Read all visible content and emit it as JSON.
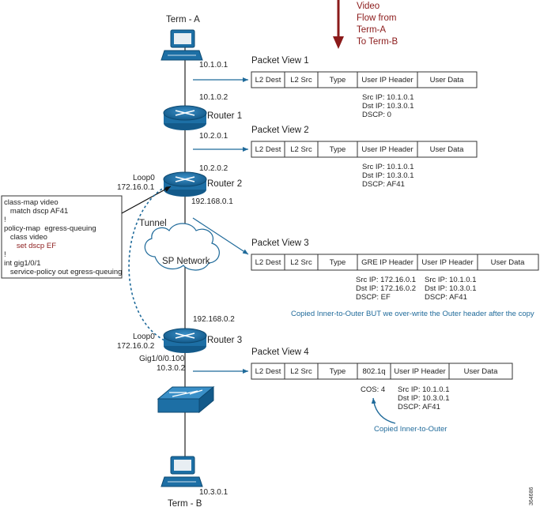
{
  "nodes": {
    "term_a": {
      "label": "Term - A",
      "ip": "10.1.0.1"
    },
    "term_b": {
      "label": "Term - B",
      "ip": "10.3.0.1"
    },
    "router1": {
      "label": "Router 1",
      "ip_top": "10.1.0.2",
      "ip_bottom": "10.2.0.1"
    },
    "router2": {
      "label": "Router 2",
      "ip_top": "10.2.0.2",
      "ip_bottom": "192.168.0.1",
      "loop_label": "Loop0",
      "loop_ip": "172.16.0.1"
    },
    "router3": {
      "label": "Router 3",
      "ip_top": "192.168.0.2",
      "loop_label": "Loop0",
      "loop_ip": "172.16.0.2",
      "gig_label": "Gig1/0/0.100",
      "gig_ip": "10.3.0.2"
    },
    "cloud": {
      "label": "SP Network"
    },
    "tunnel": {
      "label": "Tunnel"
    }
  },
  "flow": {
    "lines": [
      "Video",
      "Flow from",
      "Term-A",
      "To Term-B"
    ]
  },
  "config": {
    "lines": [
      "class-map video",
      "   match dscp AF41",
      "!",
      "policy-map  egress-queuing",
      "   class video",
      "      set dscp EF",
      "!",
      "int gig1/0/1",
      "   service-policy out egress-queuing"
    ]
  },
  "packets": [
    {
      "title": "Packet View 1",
      "fields": [
        "L2 Dest",
        "L2 Src",
        "Type",
        "User IP Header",
        "User Data"
      ],
      "info": [
        "Src IP: 10.1.0.1",
        "Dst IP: 10.3.0.1",
        "DSCP: 0"
      ]
    },
    {
      "title": "Packet View 2",
      "fields": [
        "L2 Dest",
        "L2 Src",
        "Type",
        "User IP Header",
        "User Data"
      ],
      "info": [
        "Src IP: 10.1.0.1",
        "Dst IP: 10.3.0.1",
        "DSCP: AF41"
      ]
    },
    {
      "title": "Packet View 3",
      "fields": [
        "L2 Dest",
        "L2 Src",
        "Type",
        "GRE IP Header",
        "User IP Header",
        "User Data"
      ],
      "info_outer": [
        "Src IP: 172.16.0.1",
        "Dst IP: 172.16.0.2",
        "DSCP: EF"
      ],
      "info_inner": [
        "Src IP: 10.1.0.1",
        "Dst IP: 10.3.0.1",
        "DSCP: AF41"
      ],
      "note": "Copied Inner-to-Outer BUT we over-write the Outer header after the copy"
    },
    {
      "title": "Packet View 4",
      "fields": [
        "L2 Dest",
        "L2 Src",
        "Type",
        "802.1q",
        "User IP Header",
        "User Data"
      ],
      "cos": "COS: 4",
      "info": [
        "Src IP: 10.1.0.1",
        "Dst IP: 10.3.0.1",
        "DSCP: AF41"
      ],
      "note": "Copied Inner-to-Outer"
    }
  ],
  "figure_id": "364686",
  "colors": {
    "arrow_blue": "#1f6a9a",
    "router_blue": "#1d6fa5",
    "flow_arrow": "#8b1a1a",
    "config_red": "#8b1a1a"
  }
}
